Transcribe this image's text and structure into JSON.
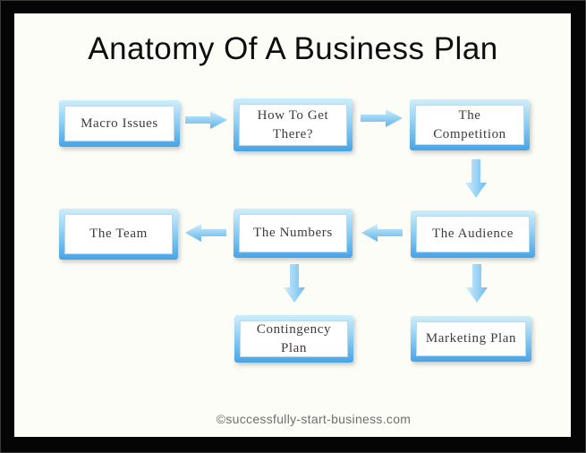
{
  "page": {
    "title": "Anatomy Of A Business Plan",
    "footer": "©successfully-start-business.com"
  },
  "palette": {
    "frame": "#000000",
    "paper": "#fdfdf8",
    "box_gradient_top": "#cdeefc",
    "box_gradient_bottom": "#47a4e6",
    "arrow_light": "#cfeffc",
    "arrow_dark": "#5fb2ec",
    "box_text": "#3c3c3c",
    "footer_text": "#6f6f6f"
  },
  "flowchart": {
    "type": "flowchart",
    "nodes": [
      {
        "id": "macro-issues",
        "label": "Macro Issues",
        "row": 1,
        "col": 1
      },
      {
        "id": "how-to-get-there",
        "label": "How To Get There?",
        "row": 1,
        "col": 2
      },
      {
        "id": "the-competition",
        "label": "The Competition",
        "row": 1,
        "col": 3
      },
      {
        "id": "the-team",
        "label": "The Team",
        "row": 2,
        "col": 1
      },
      {
        "id": "the-numbers",
        "label": "The Numbers",
        "row": 2,
        "col": 2
      },
      {
        "id": "the-audience",
        "label": "The Audience",
        "row": 2,
        "col": 3
      },
      {
        "id": "contingency-plan",
        "label": "Contingency Plan",
        "row": 3,
        "col": 2
      },
      {
        "id": "marketing-plan",
        "label": "Marketing Plan",
        "row": 3,
        "col": 3
      }
    ],
    "edges": [
      {
        "from": "macro-issues",
        "to": "how-to-get-there",
        "direction": "right"
      },
      {
        "from": "how-to-get-there",
        "to": "the-competition",
        "direction": "right"
      },
      {
        "from": "the-competition",
        "to": "the-audience",
        "direction": "down"
      },
      {
        "from": "the-audience",
        "to": "the-numbers",
        "direction": "left"
      },
      {
        "from": "the-numbers",
        "to": "the-team",
        "direction": "left"
      },
      {
        "from": "the-numbers",
        "to": "contingency-plan",
        "direction": "down"
      },
      {
        "from": "the-audience",
        "to": "marketing-plan",
        "direction": "down"
      }
    ]
  }
}
